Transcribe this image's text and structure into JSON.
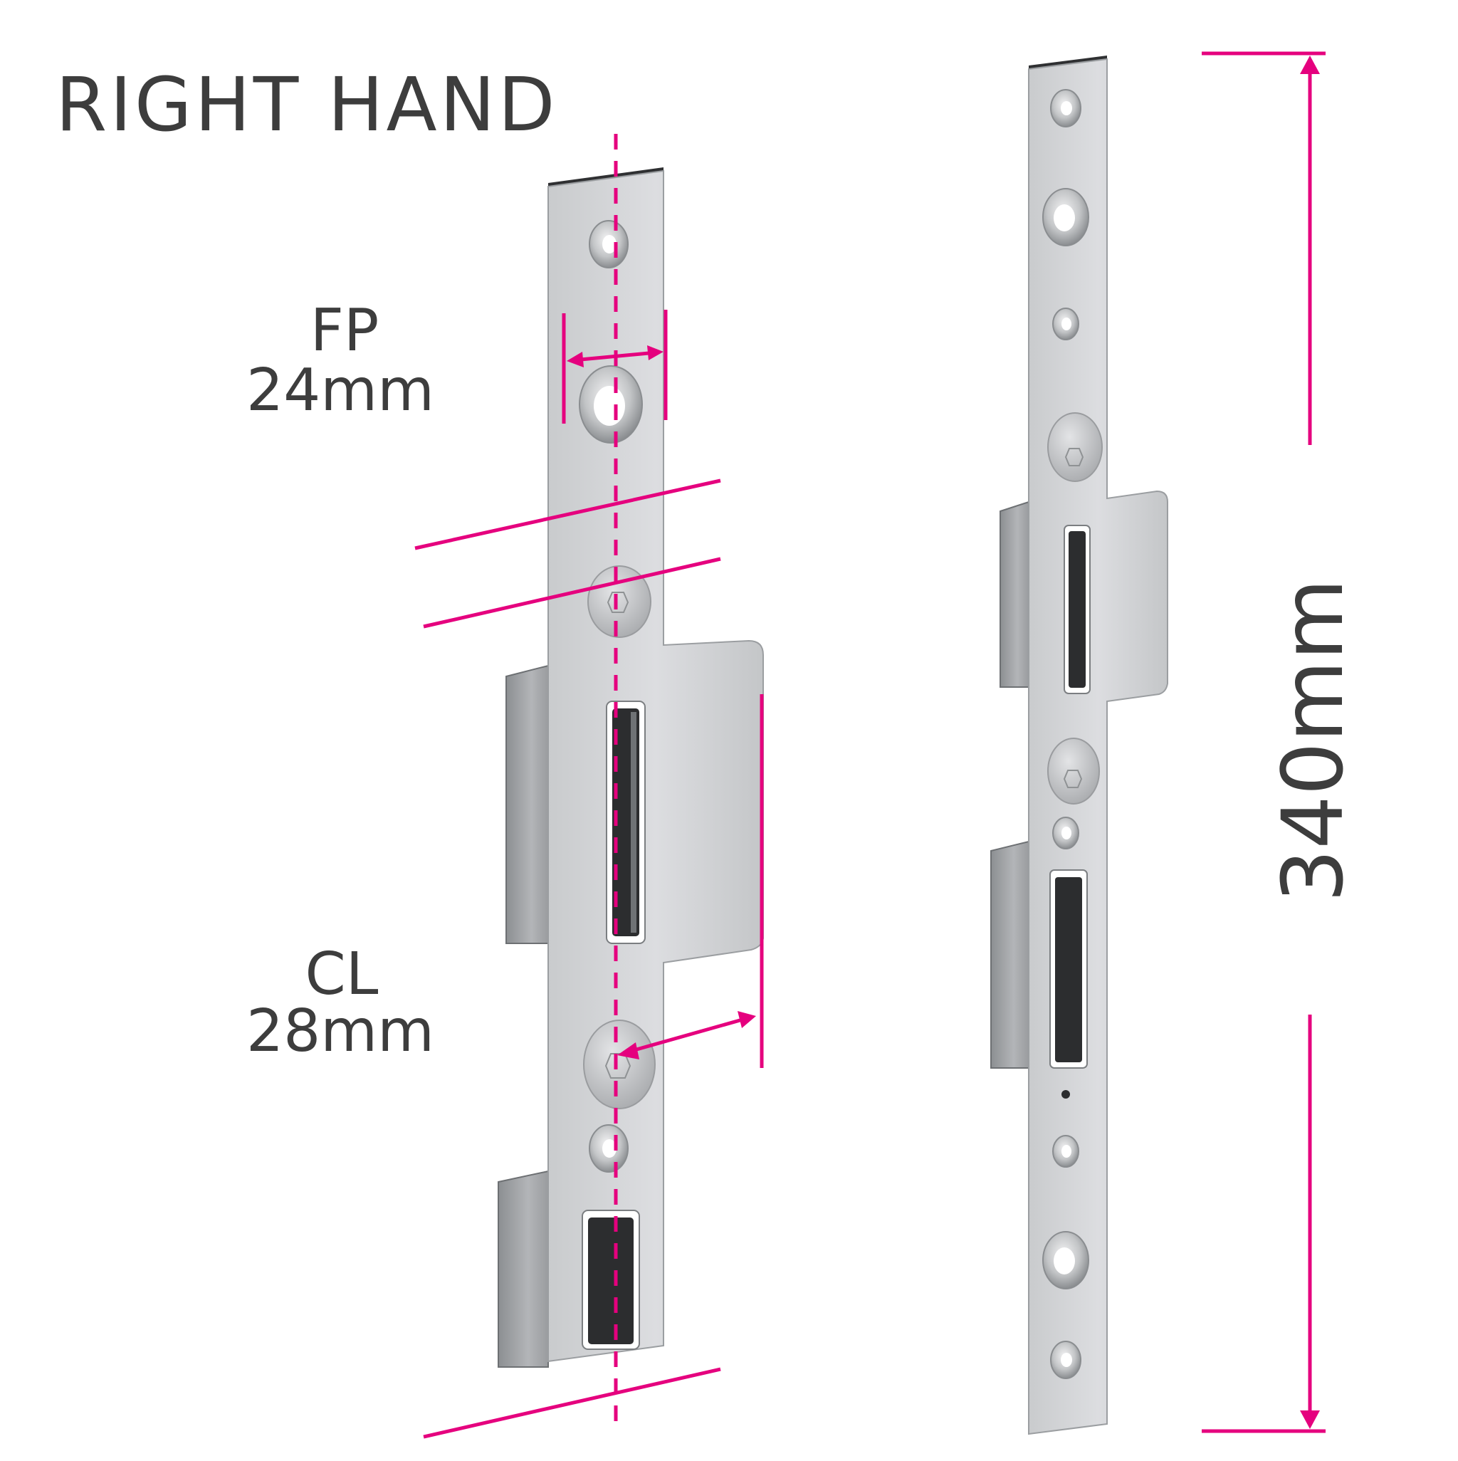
{
  "title": "RIGHT HAND",
  "dimensions": {
    "fp_label": "FP",
    "fp_value": "24mm",
    "cl_label": "CL",
    "cl_value": "28mm",
    "length_value": "340mm"
  },
  "colors": {
    "dimension_accent": "#e5007e",
    "text": "#3d3d3d",
    "steel_light": "#d6d7d9",
    "steel_mid": "#b9bbbd",
    "steel_dark": "#8f9294",
    "slot_dark": "#2c2d2f"
  }
}
